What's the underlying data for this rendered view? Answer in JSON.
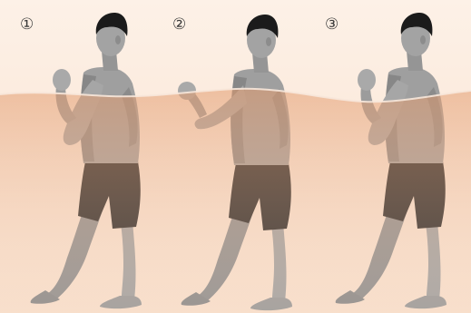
{
  "steps": [
    {
      "number": "①"
    },
    {
      "number": "②"
    },
    {
      "number": "③"
    }
  ],
  "colors": {
    "sky_top": "#fdf0e6",
    "sky_bottom": "#f8ddc9",
    "water_top": "#e9a97f",
    "water_bottom": "#f7dcc8",
    "skin": "#9b9b9b",
    "skin_shadow": "#7d7d7d",
    "shorts": "#262626",
    "hair": "#1b1b1b",
    "number": "#3a3a3a"
  }
}
